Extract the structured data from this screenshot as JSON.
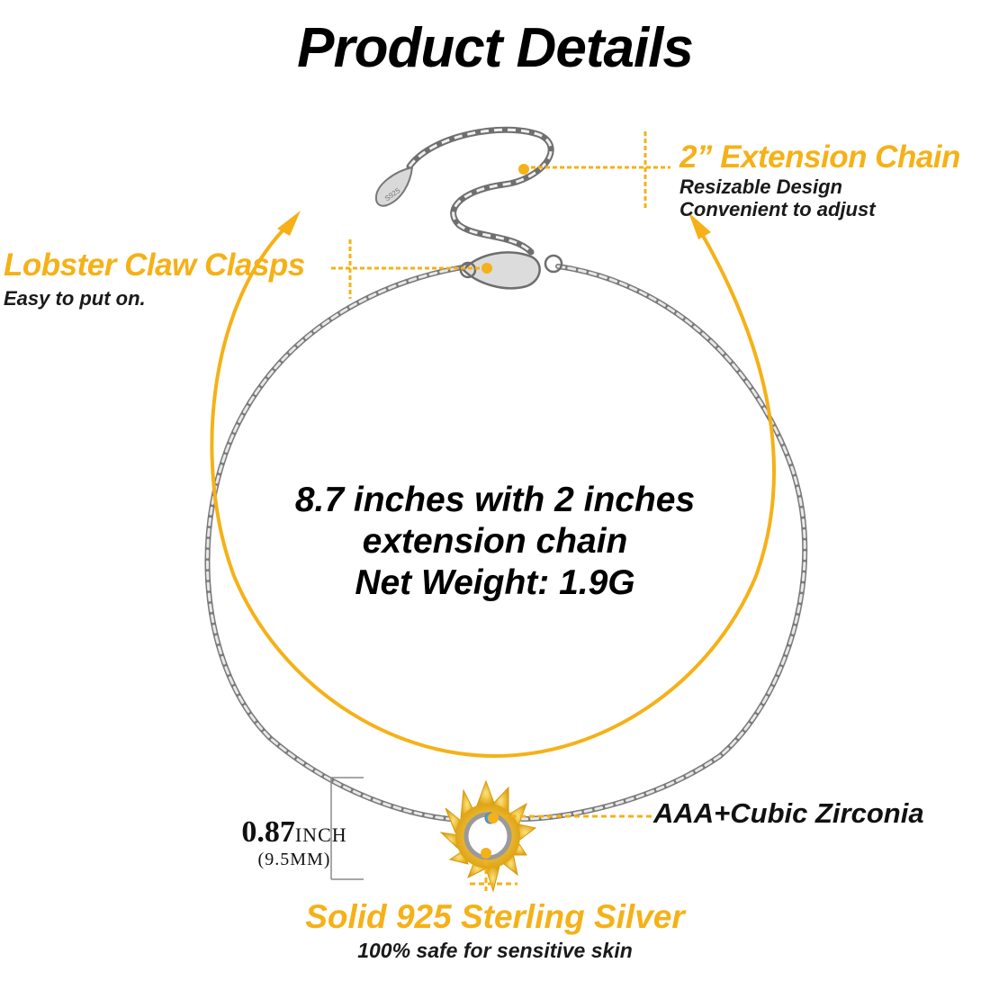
{
  "header": {
    "title": "Product Details"
  },
  "colors": {
    "accent": "#f5b117",
    "text": "#000000",
    "chain": "#9a9a9a",
    "gem": "#3aa7e0"
  },
  "callouts": {
    "extension": {
      "title": "2” Extension Chain",
      "line1": "Resizable Design",
      "line2": "Convenient  to adjust"
    },
    "clasp": {
      "title": "Lobster Claw Clasps",
      "subtitle": "Easy to put on."
    },
    "stone": {
      "title": "AAA+Cubic Zirconia"
    },
    "material": {
      "title": "Solid 925 Sterling Silver",
      "subtitle": "100% safe for sensitive skin"
    }
  },
  "specs": {
    "line1": "8.7 inches with 2 inches",
    "line2": "extension chain",
    "line3": "Net Weight: 1.9G"
  },
  "dimension": {
    "value": "0.87",
    "unit": "INCH",
    "metric": "(9.5MM)"
  },
  "tag_stamp": "S925",
  "icons": [
    "arrow-left-icon",
    "arrow-right-icon",
    "sun-pendant-icon",
    "lobster-clasp-icon",
    "extension-chain-icon"
  ]
}
